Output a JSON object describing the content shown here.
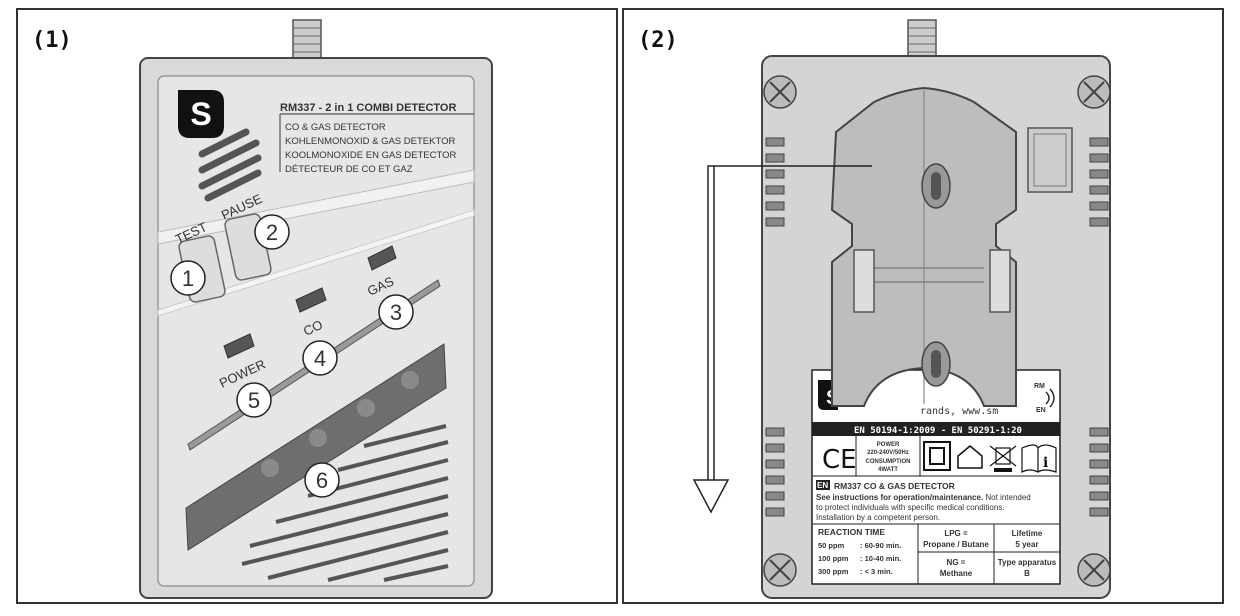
{
  "panel1": {
    "label": "(1)",
    "logo": "S",
    "title": "RM337 - 2 in 1 COMBI DETECTOR",
    "lines": [
      "CO & GAS DETECTOR",
      "KOHLENMONOXID & GAS DETEKTOR",
      "KOOLMONOXIDE EN GAS DETECTOR",
      "DÉTECTEUR DE CO ET GAZ"
    ],
    "test_label": "TEST",
    "pause_label": "PAUSE",
    "gas_label": "GAS",
    "co_label": "CO",
    "power_label": "POWER",
    "callouts": [
      "1",
      "2",
      "3",
      "4",
      "5",
      "6"
    ]
  },
  "panel2": {
    "label": "(2)",
    "logo": "S",
    "url_text": "rands, www.sm",
    "alarm_text_1": "RM",
    "alarm_text_2": "EN",
    "standard": "EN 50194-1:2009 - EN 50291-1:20",
    "ce": "CE",
    "power_text": [
      "POWER",
      "220-240V/50Hz",
      "CONSUMPTION",
      "4WATT"
    ],
    "info_icon": "i",
    "lang_badge": "EN",
    "product": "RM337 CO & GAS DETECTOR",
    "instr_bold": "See instructions for operation/maintenance.",
    "instr_rest": "Not intended",
    "instr_lines": [
      "to protect individuals with specific medical conditions.",
      "Installation by a competent person."
    ],
    "reaction": {
      "title": "REACTION TIME",
      "rows": [
        {
          "ppm": "50   ppm",
          "time": ": 60-90  min."
        },
        {
          "ppm": "100 ppm",
          "time": ": 10-40  min."
        },
        {
          "ppm": "300 ppm",
          "time": ": < 3      min."
        }
      ]
    },
    "lpg": [
      "LPG =",
      "Propane / Butane"
    ],
    "ng": [
      "NG =",
      "Methane"
    ],
    "lifetime": [
      "Lifetime",
      "5 year"
    ],
    "type_app": [
      "Type apparatus",
      "B"
    ]
  }
}
